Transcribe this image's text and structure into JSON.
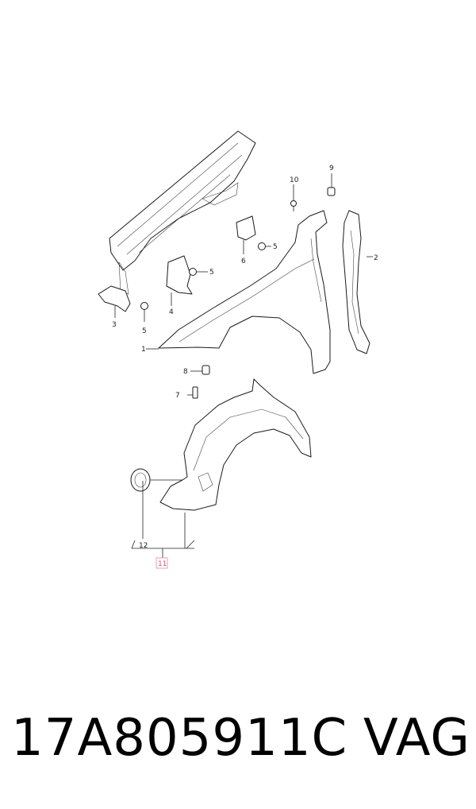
{
  "labels": {
    "l1": "1",
    "l2": "2",
    "l3": "3",
    "l4": "4",
    "l5a": "5",
    "l5b": "5",
    "l5c": "5",
    "l6": "6",
    "l7": "7",
    "l8": "8",
    "l9": "9",
    "l10": "10",
    "l11": "11",
    "l12": "12"
  },
  "colors": {
    "highlight_box": "#e88a9a",
    "line": "#222222"
  },
  "footer": {
    "part_number": "17A805911C",
    "brand": "VAG"
  }
}
